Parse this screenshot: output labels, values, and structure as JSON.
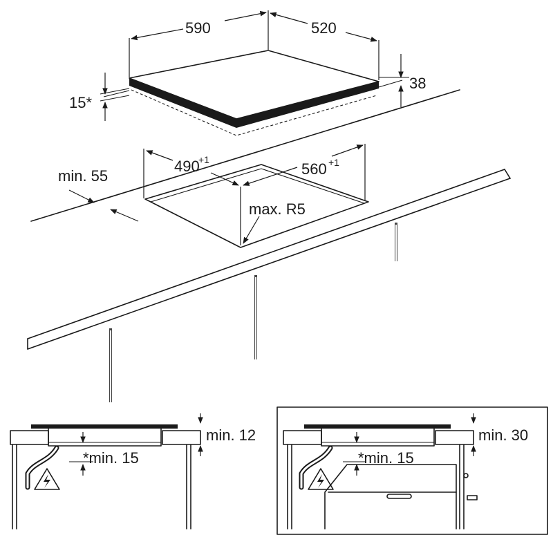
{
  "hob": {
    "width_label": "590",
    "depth_label": "520",
    "height_label": "38",
    "edge_label": "15*"
  },
  "cutout": {
    "width_label": "490",
    "width_tol": "+1",
    "depth_label": "560",
    "depth_tol": "+1",
    "edge_distance_label": "min. 55",
    "radius_label": "max. R5"
  },
  "section_left": {
    "gap_label": "min. 12",
    "clearance_label": "*min. 15"
  },
  "section_right": {
    "gap_label": "min. 30",
    "clearance_label": "*min. 15"
  }
}
